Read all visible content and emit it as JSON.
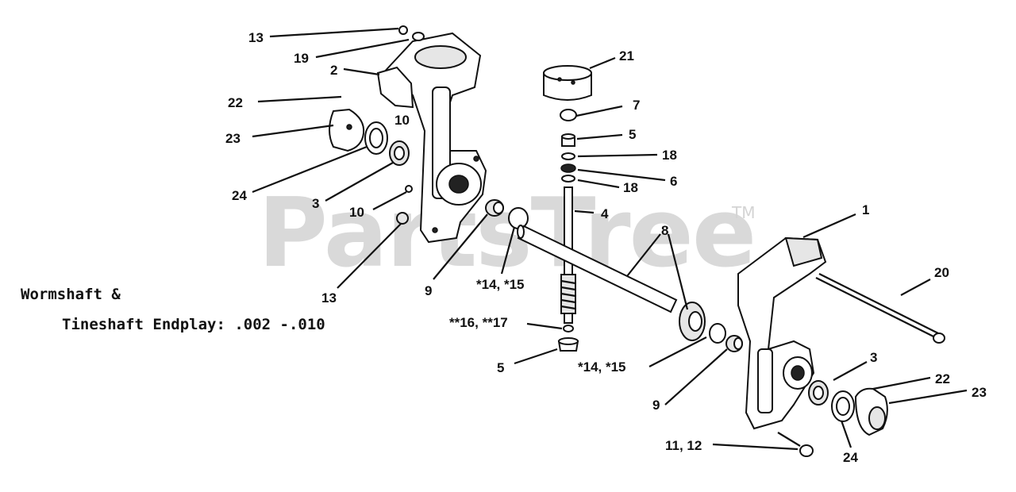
{
  "watermark": {
    "brand": "PartsTree",
    "trademark": "TM"
  },
  "note": {
    "line1": "Wormshaft &",
    "line2": "Tineshaft Endplay: .002 -.010"
  },
  "callouts": {
    "c13a": "13",
    "c19": "19",
    "c2": "2",
    "c22a": "22",
    "c23a": "23",
    "c10a": "10",
    "c24a": "24",
    "c3a": "3",
    "c10b": "10",
    "c13b": "13",
    "c9a": "9",
    "c1415a": "*14, *15",
    "c21": "21",
    "c7": "7",
    "c5a": "5",
    "c18a": "18",
    "c6": "6",
    "c18b": "18",
    "c4": "4",
    "c8": "8",
    "c1": "1",
    "c20": "20",
    "c1617": "**16, **17",
    "c5b": "5",
    "c1415b": "*14, *15",
    "c9b": "9",
    "c3b": "3",
    "c22b": "22",
    "c23b": "23",
    "c1112": "11, 12",
    "c24b": "24"
  }
}
